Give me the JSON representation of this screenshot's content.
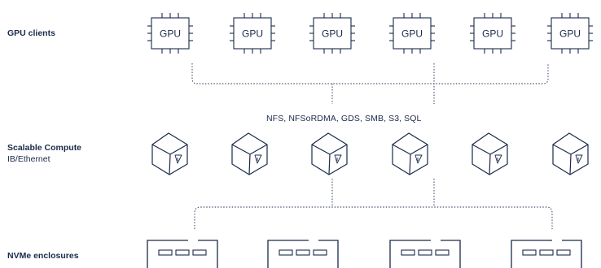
{
  "rows": {
    "gpu": {
      "title": "GPU clients",
      "subtitle": ""
    },
    "compute": {
      "title": "Scalable Compute",
      "subtitle": "IB/Ethernet"
    },
    "nvme": {
      "title": "NVMe enclosures",
      "subtitle": ""
    }
  },
  "protocols": "NFS, NFSoRDMA, GDS, SMB, S3, SQL",
  "gpu_clients": [
    {
      "label": "GPU",
      "icon": "gpu-chip-icon"
    },
    {
      "label": "GPU",
      "icon": "gpu-chip-icon"
    },
    {
      "label": "GPU",
      "icon": "gpu-chip-icon"
    },
    {
      "label": "GPU",
      "icon": "gpu-chip-icon"
    },
    {
      "label": "GPU",
      "icon": "gpu-chip-icon"
    },
    {
      "label": "GPU",
      "icon": "gpu-chip-icon"
    }
  ],
  "compute_nodes": [
    {
      "icon": "compute-cube-icon"
    },
    {
      "icon": "compute-cube-icon"
    },
    {
      "icon": "compute-cube-icon"
    },
    {
      "icon": "compute-cube-icon"
    },
    {
      "icon": "compute-cube-icon"
    },
    {
      "icon": "compute-cube-icon"
    }
  ],
  "nvme_enclosures": [
    {
      "icon": "nvme-enclosure-icon"
    },
    {
      "icon": "nvme-enclosure-icon"
    },
    {
      "icon": "nvme-enclosure-icon"
    },
    {
      "icon": "nvme-enclosure-icon"
    }
  ],
  "colors": {
    "ink": "#1b2a4a"
  }
}
